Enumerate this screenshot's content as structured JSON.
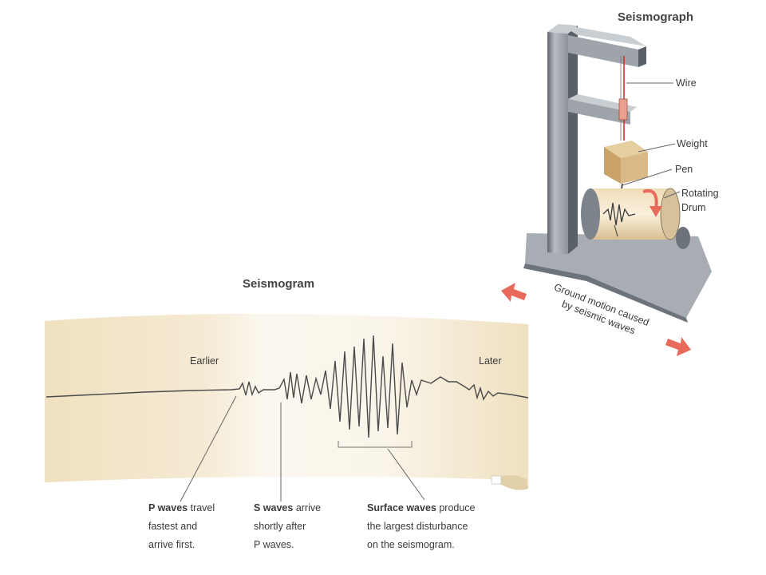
{
  "seismograph": {
    "title": "Seismograph",
    "labels": {
      "wire": "Wire",
      "weight": "Weight",
      "pen": "Pen",
      "rotating": "Rotating",
      "drum": "Drum"
    },
    "ground_motion_line1": "Ground motion caused",
    "ground_motion_line2": "by seismic waves"
  },
  "seismogram": {
    "title": "Seismogram",
    "earlier": "Earlier",
    "later": "Later",
    "p_waves": {
      "bold": "P waves",
      "rest": " travel",
      "line2": "fastest and",
      "line3": "arrive first."
    },
    "s_waves": {
      "bold": "S waves",
      "rest": " arrive",
      "line2": "shortly after",
      "line3": "P waves."
    },
    "surface_waves": {
      "bold": "Surface waves",
      "rest": " produce",
      "line2": "the largest disturbance",
      "line3": "on the seismogram."
    }
  },
  "colors": {
    "paper": "#efe2c4",
    "frame": "#9aa0a6",
    "weight": "#d7b98a",
    "arrow": "#e86a5a",
    "trace": "#4a4a4a"
  }
}
